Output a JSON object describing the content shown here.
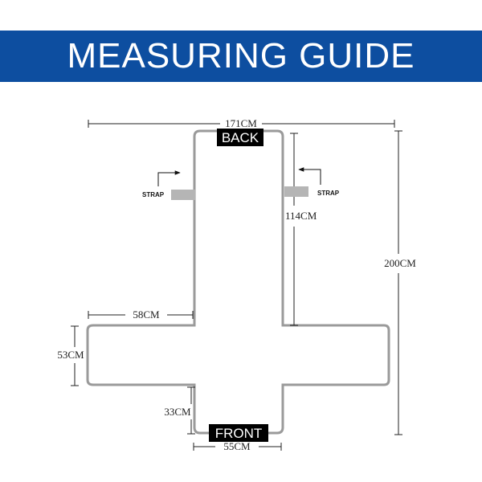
{
  "title": "MEASURING GUIDE",
  "labels": {
    "back": "BACK",
    "front": "FRONT",
    "strap_left": "STRAP",
    "strap_right": "STRAP"
  },
  "dimensions": {
    "total_width": "171CM",
    "back_section": "114CM",
    "total_length": "200CM",
    "arm_width": "58CM",
    "arm_depth": "53CM",
    "front_drop": "33CM",
    "seat_width": "55CM"
  },
  "colors": {
    "banner": "#0d4ea0",
    "outline": "#9a9a9a",
    "strap": "#b5b5b5"
  }
}
